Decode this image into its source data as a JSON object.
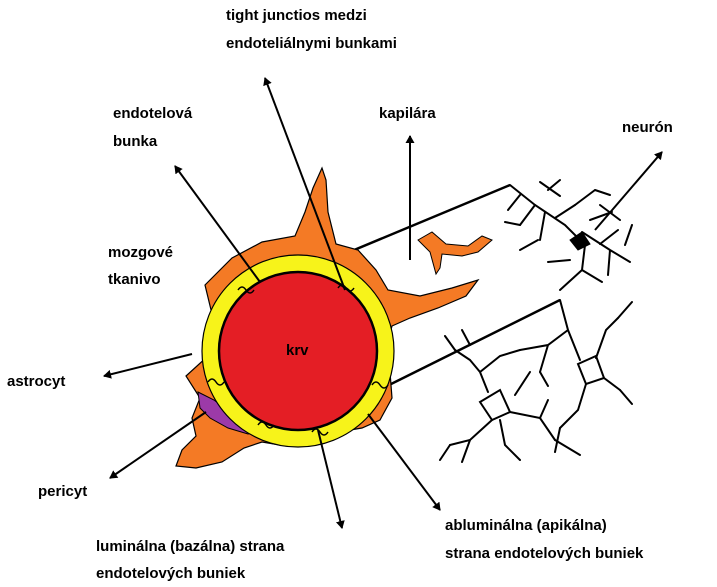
{
  "labels": {
    "tight_junctions_line1": "tight junctios medzi",
    "tight_junctions_line2": "endoteliálnymi bunkami",
    "endothelial_cell_line1": "endotelová",
    "endothelial_cell_line2": "bunka",
    "capillary": "kapilára",
    "neuron": "neurón",
    "brain_tissue_line1": "mozgové",
    "brain_tissue_line2": "tkanivo",
    "blood": "krv",
    "astrocyte": "astrocyt",
    "pericyte": "pericyt",
    "luminal_line1": "luminálna (bazálna) strana",
    "luminal_line2": "endotelových buniek",
    "abluminal_line1": "abluminálna (apikálna)",
    "abluminal_line2": "strana endotelových buniek"
  },
  "colors": {
    "blood": "#e41e25",
    "endothelium": "#f7f31a",
    "astrocyte": "#f47a25",
    "pericyte": "#9c3aa8",
    "outline": "#000000"
  }
}
